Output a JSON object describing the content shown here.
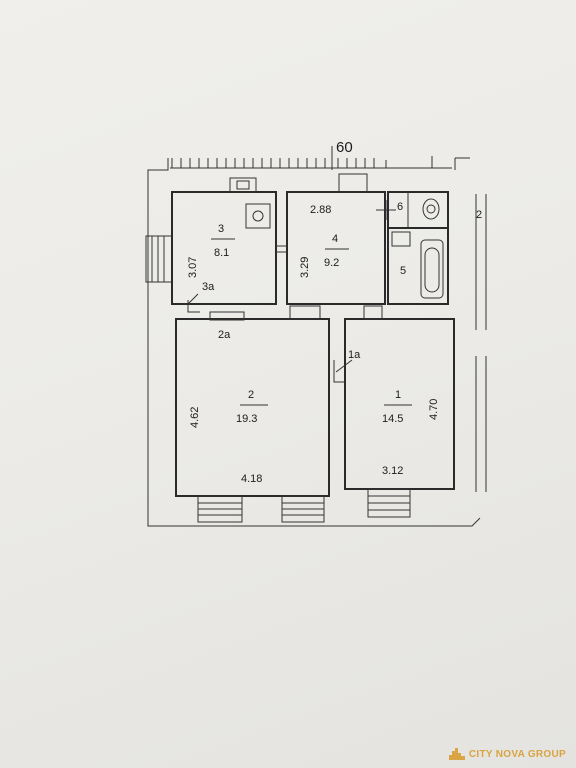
{
  "plan": {
    "street_number": "60",
    "rooms": [
      {
        "id": "1",
        "area": "14.5",
        "width": "3.12",
        "length": "4.70"
      },
      {
        "id": "2",
        "area": "19.3",
        "width": "4.18",
        "length": "4.62"
      },
      {
        "id": "3",
        "area": "8.1",
        "width": "3.07"
      },
      {
        "id": "4",
        "area": "9.2",
        "width": "2.88",
        "length": "3.29"
      },
      {
        "id": "5"
      },
      {
        "id": "6"
      }
    ],
    "door_tags": [
      "1а",
      "2а",
      "3а"
    ],
    "edge_mark": "2"
  },
  "watermark": {
    "text": "CITY NOVA GROUP",
    "color": "#d9a441"
  }
}
